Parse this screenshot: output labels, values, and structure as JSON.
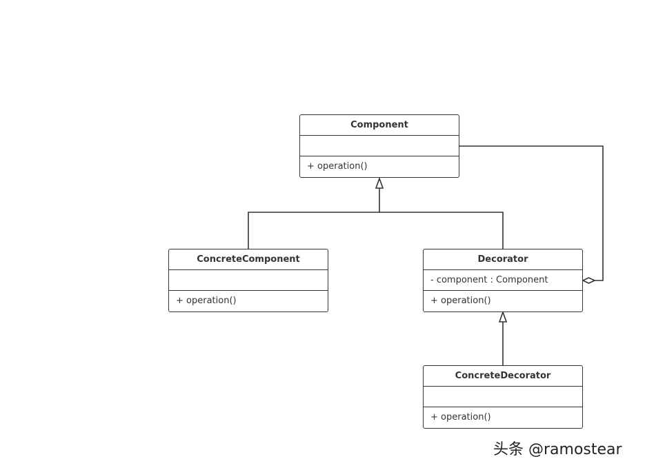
{
  "classes": {
    "component": {
      "name": "Component",
      "attributes": "",
      "operations": "+ operation()"
    },
    "concrete_component": {
      "name": "ConcreteComponent",
      "attributes": "",
      "operations": "+ operation()"
    },
    "decorator": {
      "name": "Decorator",
      "attributes": "- component : Component",
      "operations": "+ operation()"
    },
    "concrete_decorator": {
      "name": "ConcreteDecorator",
      "attributes": "",
      "operations": "+ operation()"
    }
  },
  "watermark": "头条 @ramostear",
  "colors": {
    "stroke": "#333333",
    "background": "#ffffff"
  }
}
